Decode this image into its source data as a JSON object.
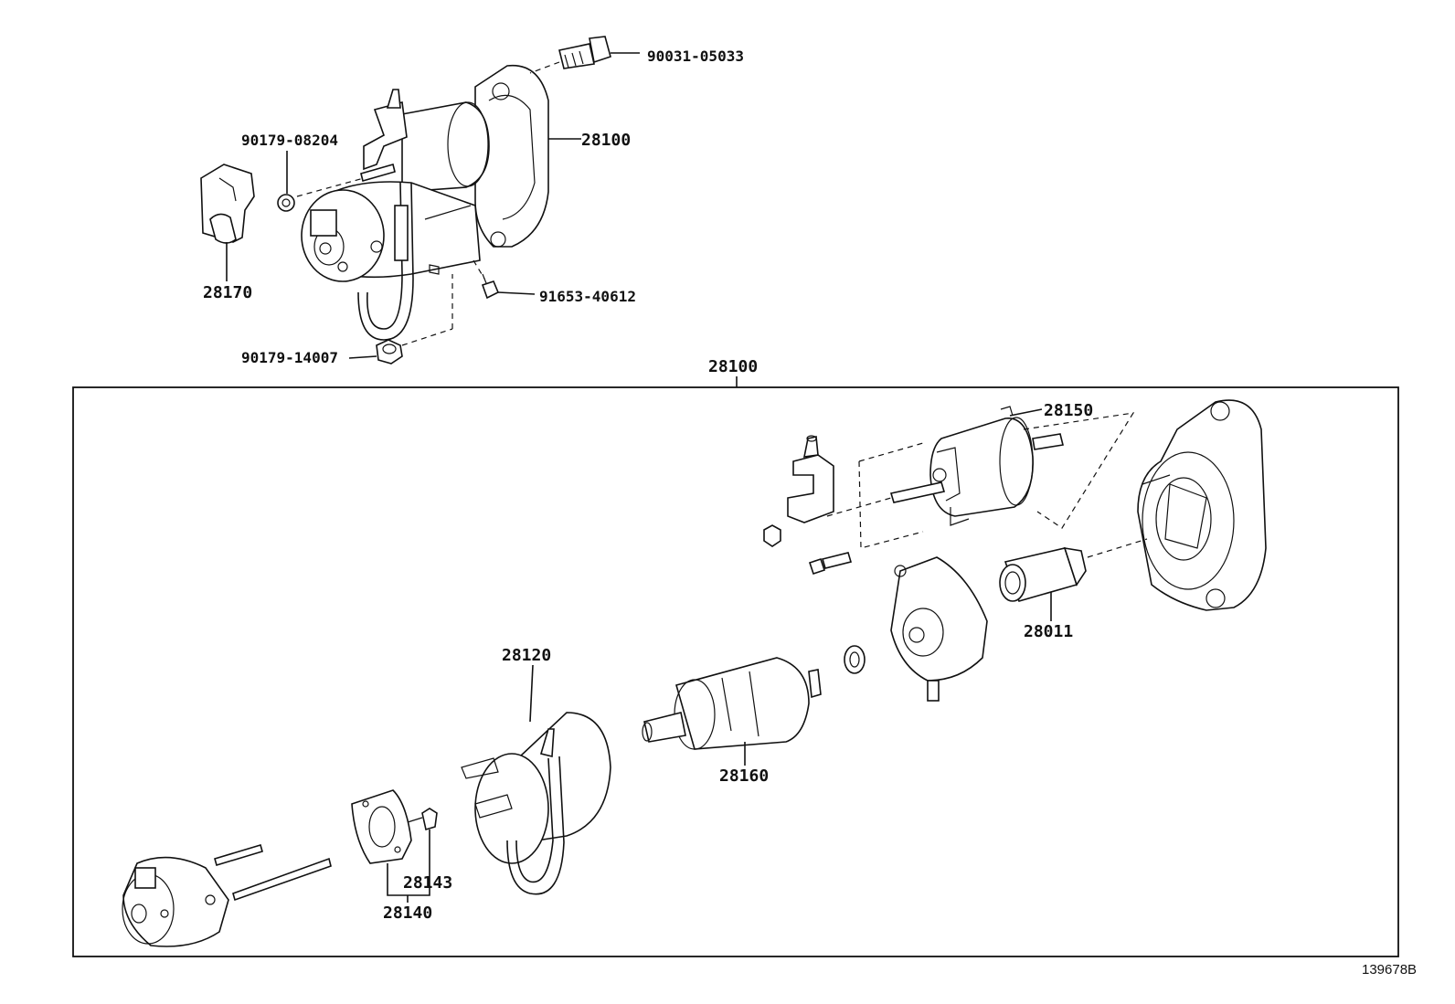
{
  "diagram": {
    "labels": {
      "bolt_top": "90031-05033",
      "starter_assy_top": "28100",
      "nut": "90179-08204",
      "cover": "28170",
      "screw": "91653-40612",
      "nut_large": "90179-14007",
      "starter_assy_box": "28100",
      "switch": "28150",
      "clutch": "28011",
      "yoke": "28120",
      "armature": "28160",
      "brush": "28143",
      "brush_holder": "28140"
    },
    "reference_code": "139678B"
  }
}
